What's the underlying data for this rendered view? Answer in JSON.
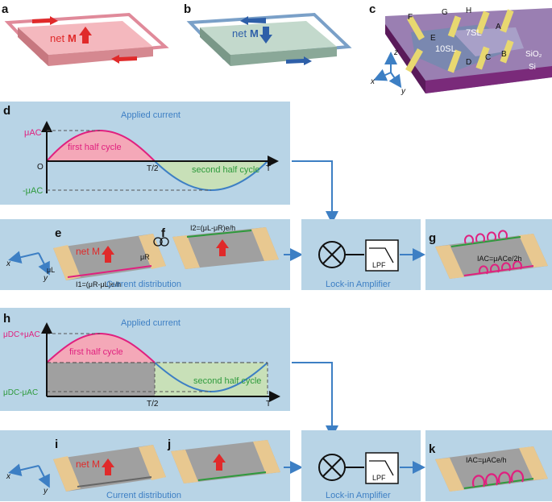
{
  "panels": {
    "a": "a",
    "b": "b",
    "c": "c",
    "d": "d",
    "e": "e",
    "f": "f",
    "g": "g",
    "h": "h",
    "i": "i",
    "j": "j",
    "k": "k"
  },
  "top": {
    "net_a": "net",
    "net_b": "net",
    "M": "M",
    "device_labels": [
      "F",
      "G",
      "H",
      "A",
      "E",
      "7SL",
      "10SL",
      "D",
      "C",
      "B"
    ],
    "sio2": "SiO₂",
    "si": "Si",
    "axes": [
      "z",
      "x",
      "y"
    ]
  },
  "panel_d": {
    "title": "Applied current",
    "mu_ac": "μAC",
    "neg_mu_ac": "-μAC",
    "origin": "O",
    "half": "T/2",
    "T": "T",
    "first": "first half cycle",
    "second": "second half cycle"
  },
  "panel_ef": {
    "x": "x",
    "y": "y",
    "netM": "net M",
    "muL": "μL",
    "muR": "μR",
    "I1": "I1=(μR-μL)e/h",
    "I2": "I2=(μL-μR)e/h",
    "caption": "Current distribution"
  },
  "lockin": {
    "caption": "Lock-in Amplifier",
    "lpf": "LPF"
  },
  "panel_g": {
    "eq": "IAC=μACe/2h"
  },
  "panel_h": {
    "title": "Applied current",
    "top_label": "μDC+μAC",
    "bottom_label": "μDC-μAC",
    "half": "T/2",
    "T": "T",
    "first": "first half cycle",
    "second": "second half cycle"
  },
  "panel_ij": {
    "x": "x",
    "y": "y",
    "netM": "net M",
    "caption": "Current distribution"
  },
  "panel_k": {
    "eq": "IAC=μACe/h"
  },
  "colors": {
    "bg_panel": "#b8d4e6",
    "magenta": "#e0207f",
    "green": "#2e9a3c",
    "blue": "#3d7fc4",
    "red": "#e02a2a"
  }
}
